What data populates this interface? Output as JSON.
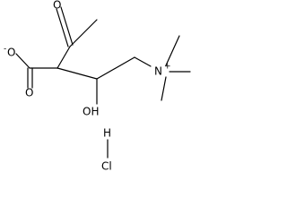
{
  "molecule": {
    "atoms": {
      "carboxylate_o_minus": {
        "symbol": "O",
        "charge": "-"
      },
      "carboxyl_o": {
        "symbol": "O"
      },
      "acetyl_o": {
        "symbol": "O"
      },
      "hydroxyl": {
        "symbol": "OH"
      },
      "ammonium_n": {
        "symbol": "N",
        "charge": "+"
      },
      "hcl_h": {
        "symbol": "H"
      },
      "hcl_cl": {
        "symbol": "Cl"
      }
    }
  }
}
